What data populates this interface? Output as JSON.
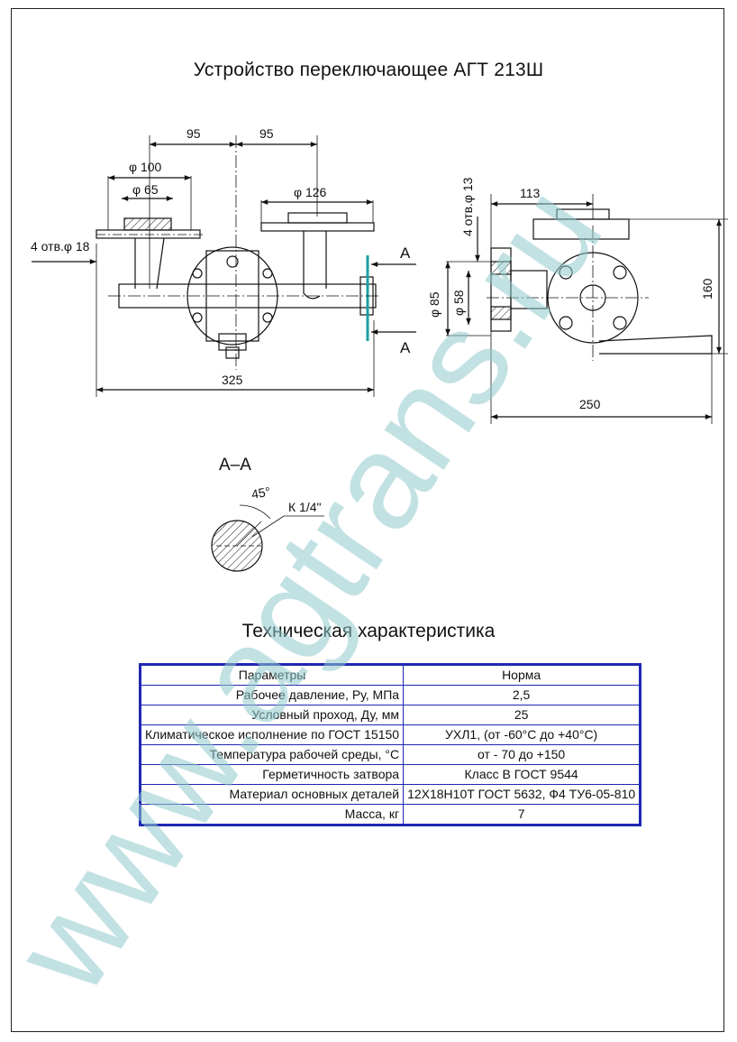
{
  "title": "Устройство переключающее АГТ 213Ш",
  "drawing": {
    "dims": {
      "d95_left": "95",
      "d95_right": "95",
      "d100": "φ 100",
      "d65": "φ 65",
      "d126": "φ 126",
      "holes_left": "4 отв.φ 18",
      "d325": "325",
      "section_a_top": "А",
      "section_a_bottom": "А",
      "holes_side": "4 отв.φ 13",
      "d113": "113",
      "d85": "φ 85",
      "d58": "φ 58",
      "d160": "160",
      "d250": "250",
      "angle45": "45°",
      "thread": "К 1/4\""
    },
    "section_label": "А–А"
  },
  "spec": {
    "title": "Техническая характеристика",
    "header": {
      "param": "Параметры",
      "value": "Норма"
    },
    "rows": [
      {
        "param": "Рабочее давление, Ру, МПа",
        "value": "2,5"
      },
      {
        "param": "Условный проход, Ду, мм",
        "value": "25"
      },
      {
        "param": "Климатическое исполнение по ГОСТ 15150",
        "value": "УХЛ1, (от -60°С до +40°С)"
      },
      {
        "param": "Температура рабочей среды, °С",
        "value": "от - 70 до +150"
      },
      {
        "param": "Герметичность затвора",
        "value": "Класс В ГОСТ 9544"
      },
      {
        "param": "Материал основных деталей",
        "value": "12Х18Н10Т ГОСТ 5632, Ф4 ТУ6-05-810"
      },
      {
        "param": "Масса, кг",
        "value": "7"
      }
    ]
  },
  "watermark": "www.agtrans.ru"
}
